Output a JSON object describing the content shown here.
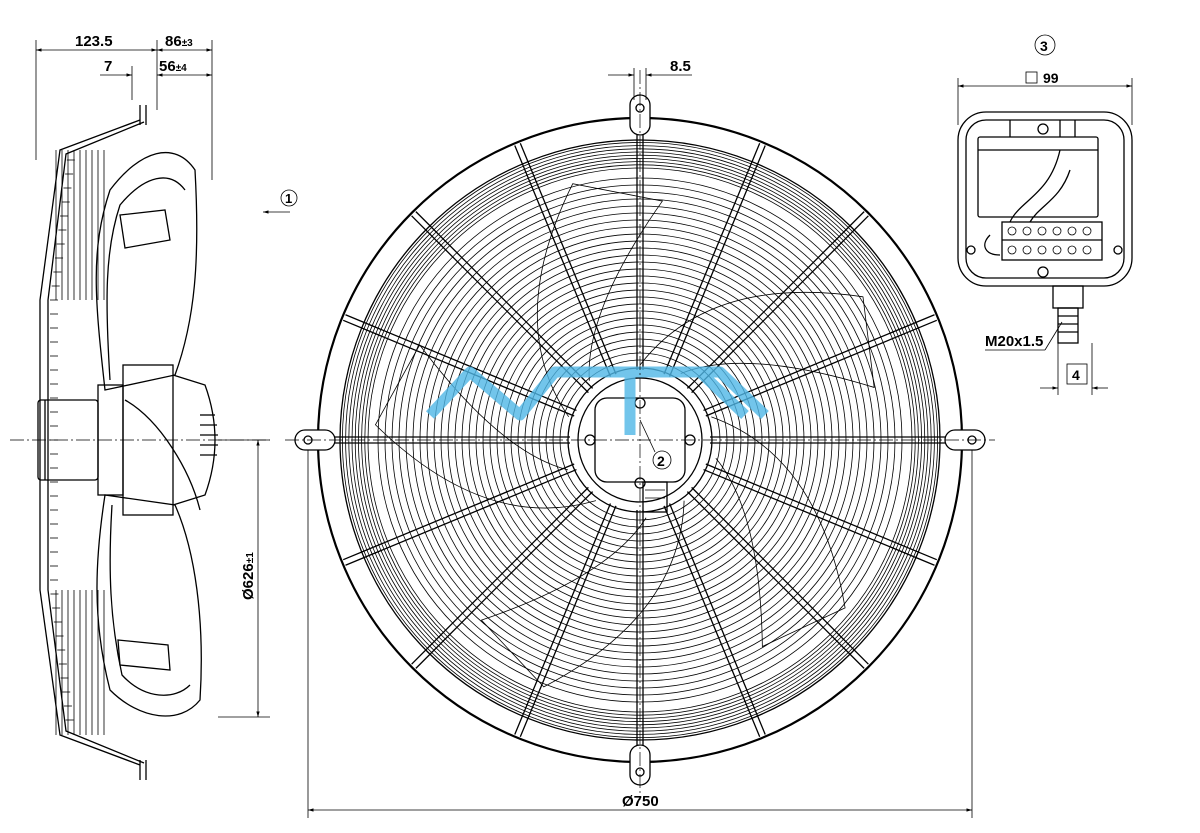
{
  "dimensions": {
    "side_total": "123.5",
    "side_guard": "86",
    "side_guard_tol": "±3",
    "side_offset": "7",
    "side_motor": "56",
    "side_motor_tol": "±4",
    "bolt_width": "8.5",
    "inner_diameter": "Ø626",
    "inner_diameter_tol": "±1",
    "outer_diameter": "Ø750",
    "box_size": "99",
    "cable_gland": "M20x1.5"
  },
  "callouts": {
    "c1": "1",
    "c2": "2",
    "c3": "3",
    "c4": "4"
  },
  "watermark": {
    "color": "#4fb6e6"
  }
}
